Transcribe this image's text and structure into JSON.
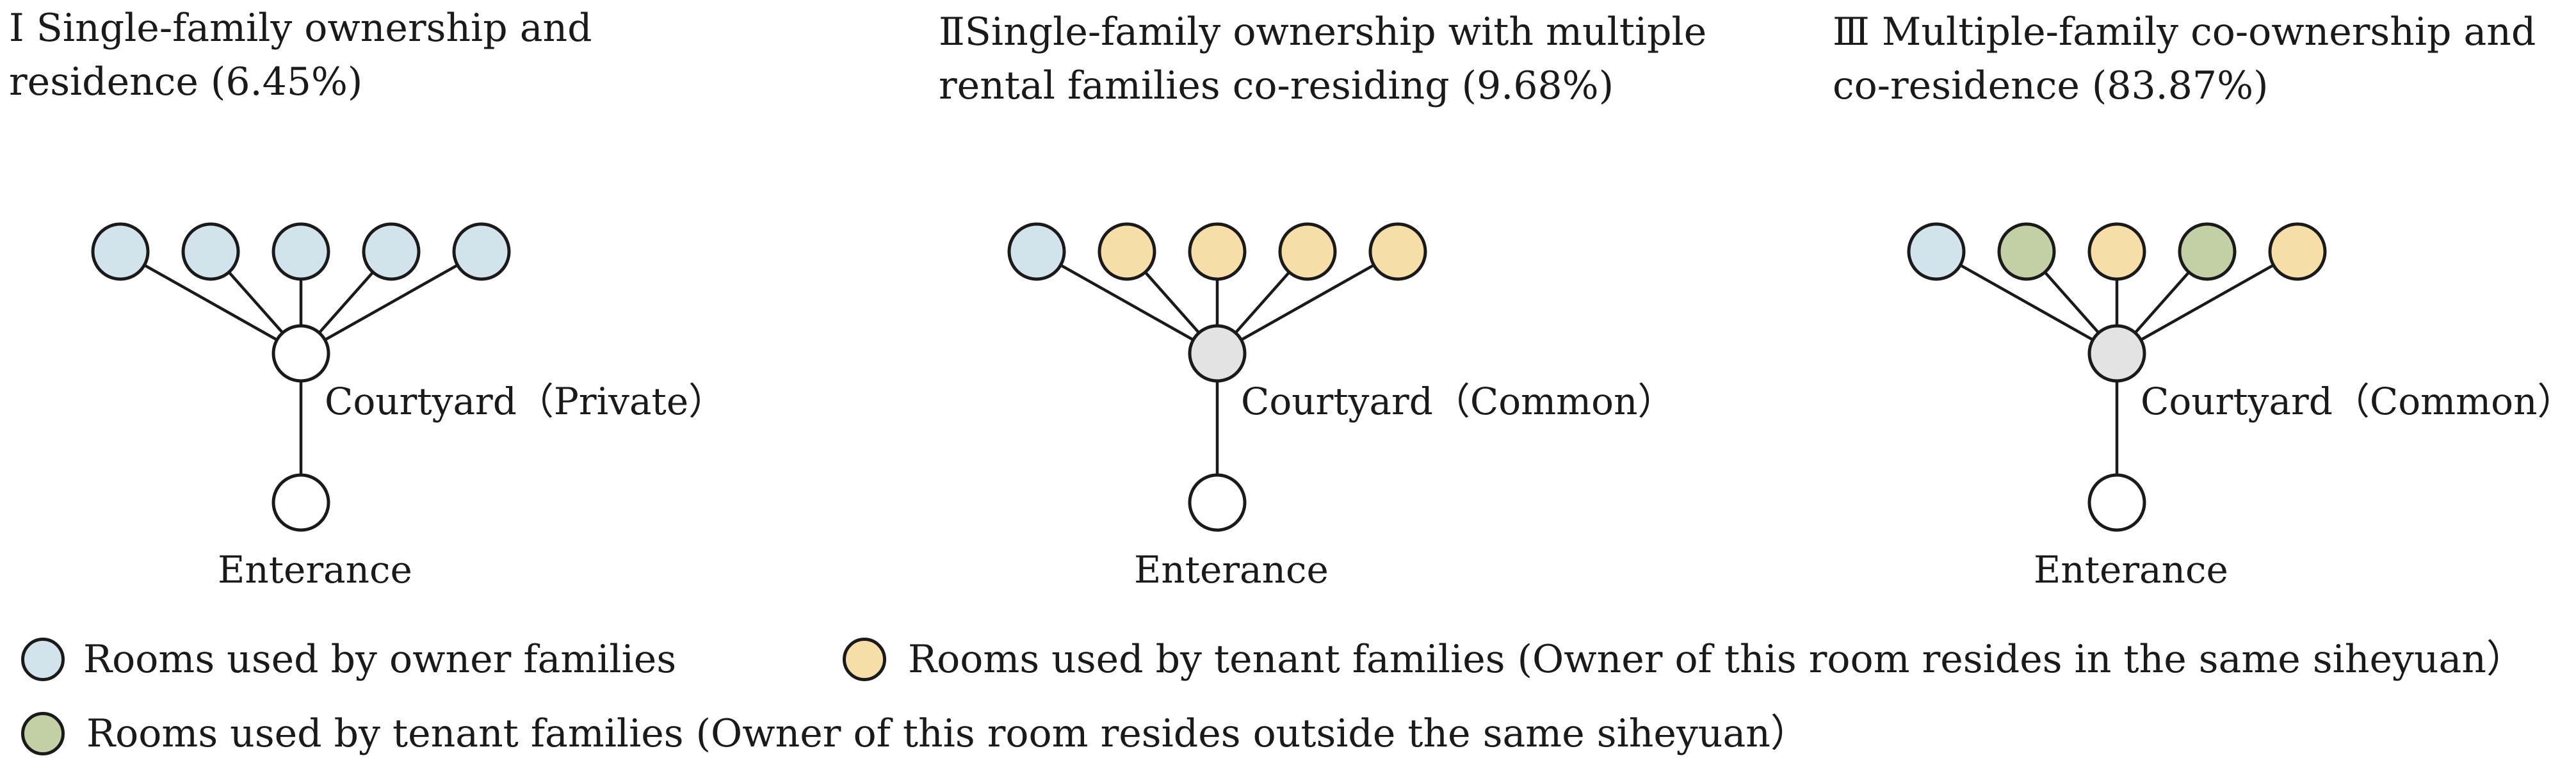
{
  "colors": {
    "owner": "#d2e3ec",
    "tenant_owner_inside": "#f7dea8",
    "tenant_owner_outside": "#c3cfa4",
    "private_courtyard": "#ffffff",
    "common_courtyard": "#e3e3e3",
    "entrance": "#ffffff",
    "stroke": "#1a1a1a"
  },
  "panels": [
    {
      "title_line1": "Ⅰ Single-family ownership and",
      "title_line2": "residence (6.45%)",
      "rooms": [
        "owner",
        "owner",
        "owner",
        "owner",
        "owner"
      ],
      "courtyard_type": "private",
      "courtyard_label": "Courtyard（Private）",
      "entrance_label": "Enterance"
    },
    {
      "title_line1": "ⅡSingle-family ownership with multiple",
      "title_line2": "rental families co-residing  (9.68%)",
      "rooms": [
        "owner",
        "tenant_owner_inside",
        "tenant_owner_inside",
        "tenant_owner_inside",
        "tenant_owner_inside"
      ],
      "courtyard_type": "common",
      "courtyard_label": "Courtyard（Common）",
      "entrance_label": "Enterance"
    },
    {
      "title_line1": "Ⅲ Multiple-family co-ownership and",
      "title_line2": "co-residence (83.87%)",
      "rooms": [
        "owner",
        "tenant_owner_outside",
        "tenant_owner_inside",
        "tenant_owner_outside",
        "tenant_owner_inside"
      ],
      "courtyard_type": "common",
      "courtyard_label": "Courtyard（Common）",
      "entrance_label": "Enterance"
    }
  ],
  "legend": {
    "owner": "Rooms used by owner families",
    "tenant_owner_inside": "Rooms used by tenant families (Owner of this room resides in the same siheyuan）",
    "tenant_owner_outside": "Rooms used by tenant families (Owner of this room resides outside the same siheyuan）"
  }
}
